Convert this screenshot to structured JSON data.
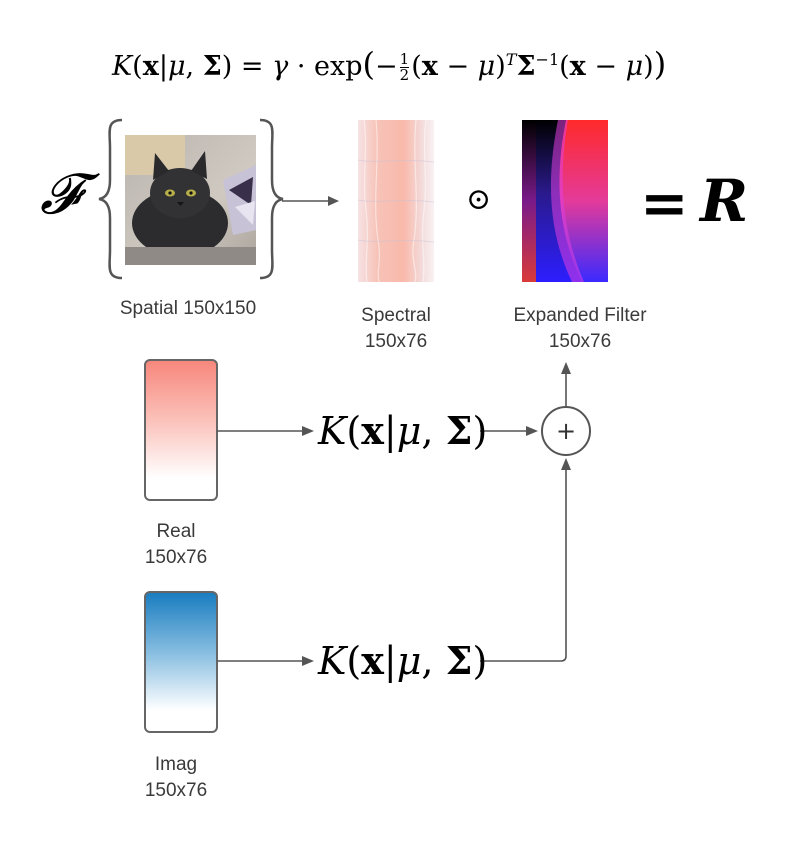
{
  "formula": {
    "lhs_K": "K",
    "lhs_x": "x",
    "lhs_bar": "|",
    "lhs_mu": "μ",
    "lhs_comma": ",",
    "lhs_sigma": "Σ",
    "equals": "=",
    "gamma": "γ",
    "dot": "·",
    "exp": "exp",
    "minus_half_num": "1",
    "minus_half_den": "2",
    "transpose": "T",
    "inverse": "−1"
  },
  "fourier_symbol": "𝓕",
  "odot_symbol": "⊙",
  "result": {
    "equals": "=",
    "symbol": "R"
  },
  "labels": {
    "spatial": "Spatial 150x150",
    "spectral_line1": "Spectral",
    "spectral_line2": "150x76",
    "expanded_line1": "Expanded Filter",
    "expanded_line2": "150x76",
    "real_line1": "Real",
    "real_line2": "150x76",
    "imag_line1": "Imag",
    "imag_line2": "150x76"
  },
  "kernel_label": {
    "K": "K",
    "x": "x",
    "bar": "|",
    "mu": "μ",
    "comma": ",",
    "sigma": "Σ"
  },
  "plus_symbol": "+",
  "colors": {
    "real_top": "#f7877c",
    "imag_top": "#1a7dc0",
    "line": "#555555",
    "filter_blue": "#2a1aff",
    "filter_red": "#ff2a2a",
    "filter_magenta": "#e040e0"
  }
}
